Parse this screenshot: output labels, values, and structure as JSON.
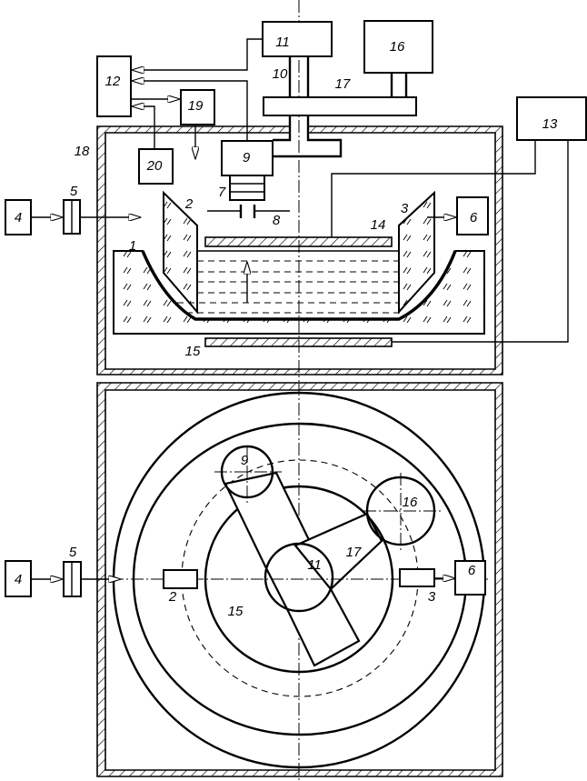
{
  "top_view_labels": {
    "l1": "1",
    "l2": "2",
    "l3": "3",
    "l4": "4",
    "l5": "5",
    "l6": "6",
    "l7": "7",
    "l8": "8",
    "l9": "9",
    "l10": "10",
    "l11": "11",
    "l12": "12",
    "l13": "13",
    "l14": "14",
    "l15": "15",
    "l16": "16",
    "l17": "17",
    "l18": "18",
    "l19": "19",
    "l20": "20"
  },
  "plan_view_labels": {
    "l2": "2",
    "l3": "3",
    "l4": "4",
    "l5": "5",
    "l6": "6",
    "l9": "9",
    "l11": "11",
    "l15": "15",
    "l16": "16",
    "l17": "17"
  }
}
